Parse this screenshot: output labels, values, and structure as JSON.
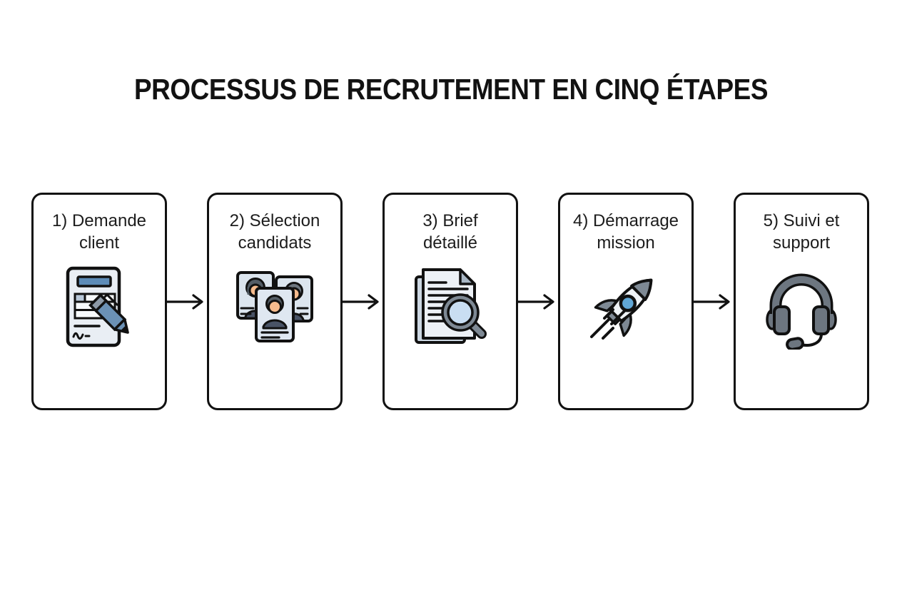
{
  "title": "PROCESSUS DE RECRUTEMENT EN CINQ ÉTAPES",
  "steps": [
    {
      "number": "1",
      "label": "1) Demande client",
      "line1": "1) Demande",
      "line2": "client",
      "icon": "contract-signing-icon"
    },
    {
      "number": "2",
      "label": "2) Sélection candidats",
      "line1": "2) Sélection",
      "line2": "candidats",
      "icon": "candidate-id-cards-icon"
    },
    {
      "number": "3",
      "label": "3) Brief détaillé",
      "line1": "3) Brief",
      "line2": "détaillé",
      "icon": "document-magnifier-icon"
    },
    {
      "number": "4",
      "label": "4) Démarrage mission",
      "line1": "4) Démarrage",
      "line2": "mission",
      "icon": "rocket-icon"
    },
    {
      "number": "5",
      "label": "5) Suivi et support",
      "line1": "5) Suivi et",
      "line2": "support",
      "icon": "headset-icon"
    }
  ],
  "colors": {
    "background": "#ffffff",
    "outline": "#111111",
    "accent_blue": "#5d8cb8",
    "pen_blue": "#6b91b5",
    "window_blue": "#61a7d6",
    "lens_blue": "#c9def2",
    "icon_gray": "#7e8994",
    "hair_gray": "#545d66",
    "shirt_slate": "#495366",
    "card_fill": "#dce5ee",
    "paper_fill": "#edf1f6",
    "paper_back": "#ccd7e2",
    "fold_gray": "#a9b7c5",
    "skin": "#f6bb8d",
    "headset_gray": "#6d7680"
  }
}
